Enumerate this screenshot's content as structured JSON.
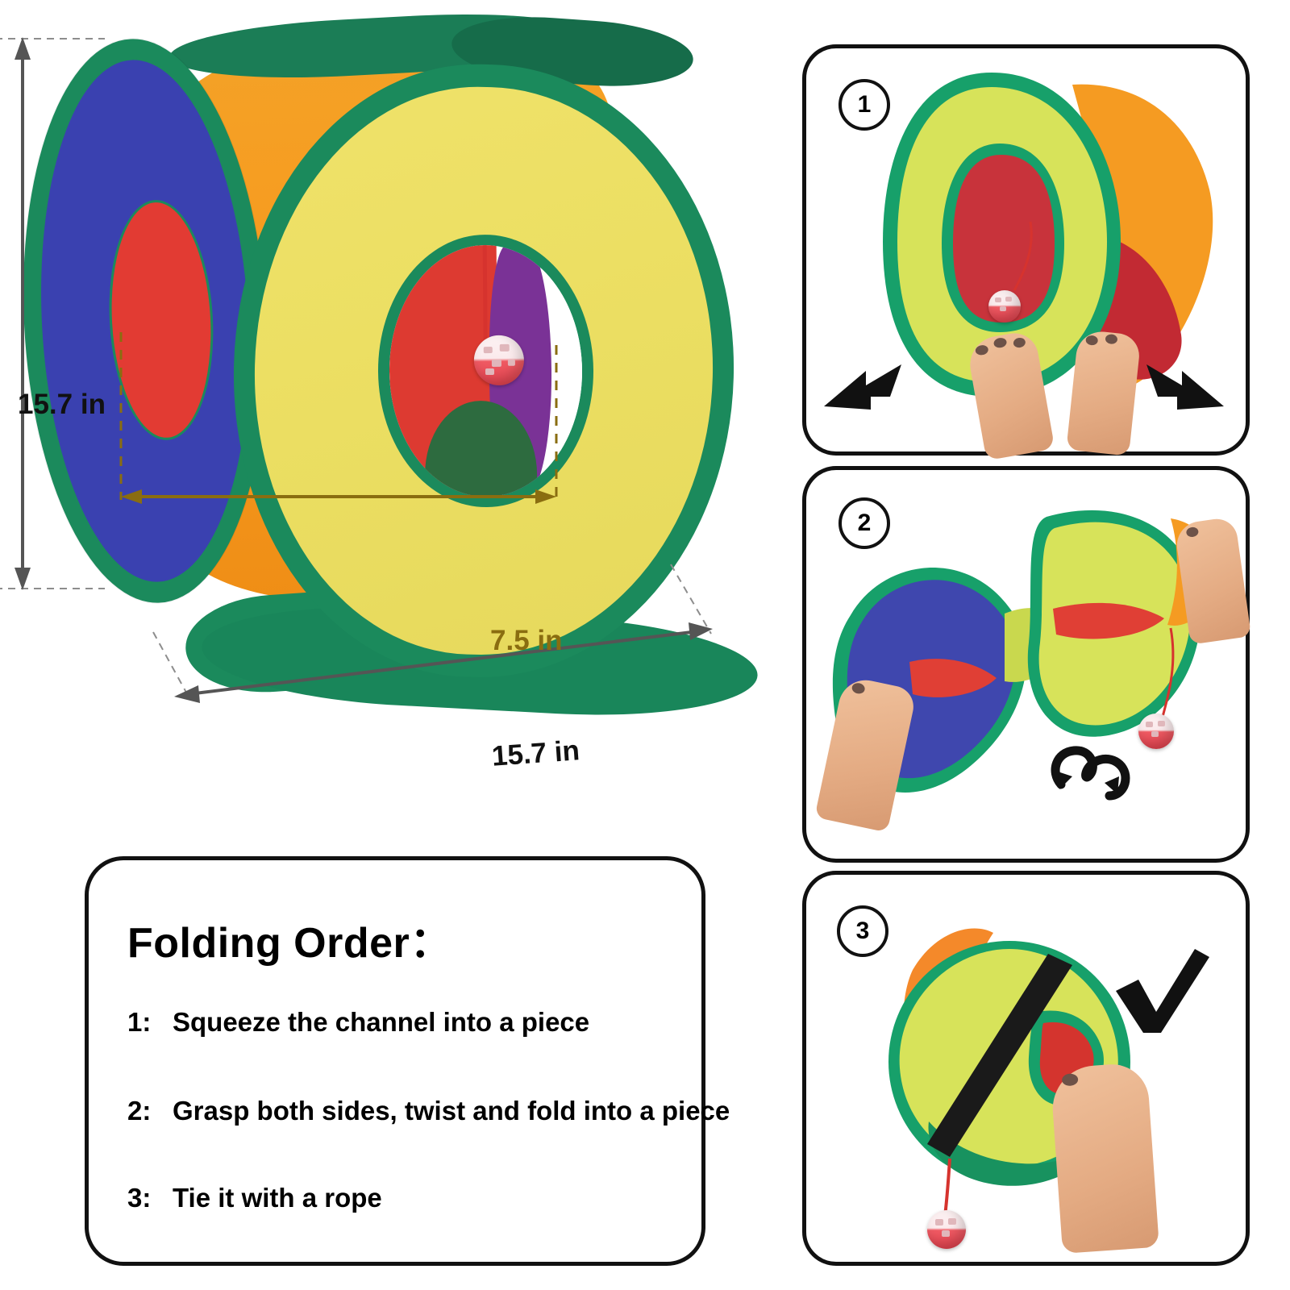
{
  "product": {
    "name": "collapsible-pop-up-cat-tunnel-tent",
    "dimensions": {
      "height_label": "15.7 in",
      "depth_label": "15.7 in",
      "opening_label": "7.5 in"
    },
    "colors": {
      "trim_green": "#1b8a5c",
      "face_yellow": "#ecdf63",
      "side_blue": "#3a41b0",
      "tunnel_orange": "#f4a227",
      "inner_red": "#dd3a31",
      "inner_purple": "#7a3296",
      "inner_green": "#2d6b3f",
      "bell_pink": "#e4434f",
      "dim_olive": "#8a6d10",
      "outline_black": "#111111"
    }
  },
  "folding": {
    "title": "Folding Order：",
    "steps": [
      {
        "num": "1:",
        "text": "Squeeze the channel into a piece"
      },
      {
        "num": "2:",
        "text": "Grasp both sides, twist and fold into a piece"
      },
      {
        "num": "3:",
        "text": "Tie it with a rope"
      }
    ]
  },
  "step_panels": [
    {
      "badge": "1",
      "action": "squeeze-inward",
      "icons": [
        "arrow-left-icon",
        "arrow-right-icon",
        "hand-icon",
        "hand-icon"
      ]
    },
    {
      "badge": "2",
      "action": "twist-and-fold",
      "icons": [
        "twist-rotate-icon",
        "hand-icon",
        "hand-icon",
        "bell-ball-icon"
      ]
    },
    {
      "badge": "3",
      "action": "tie-with-rope",
      "icons": [
        "checkmark-icon",
        "hand-icon",
        "strap-icon",
        "bell-ball-icon"
      ]
    }
  ]
}
